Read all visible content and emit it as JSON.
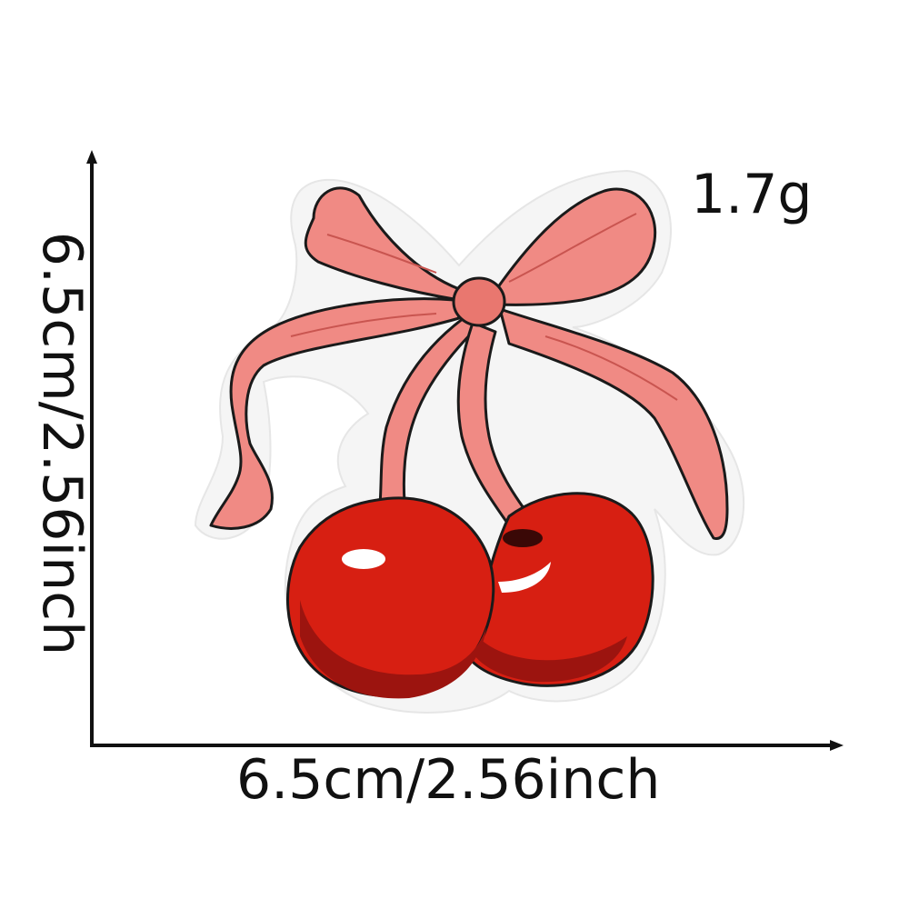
{
  "labels": {
    "weight": "1.7g",
    "width": "6.5cm/2.56inch",
    "height": "6.5cm/2.56inch"
  },
  "colors": {
    "background": "#ffffff",
    "axis": "#111111",
    "felt_border": "#f4f4f4",
    "bow_pink": "#f08a84",
    "bow_shadow": "#d9635f",
    "cherry_red": "#d71f12",
    "cherry_dark": "#8f0f0c",
    "highlight": "#ffffff",
    "outline": "#1a1a1a"
  },
  "illustration": {
    "subject": "embroidered cherry patch with pink bow",
    "icons": [
      "bow-icon",
      "cherry-icon"
    ]
  }
}
